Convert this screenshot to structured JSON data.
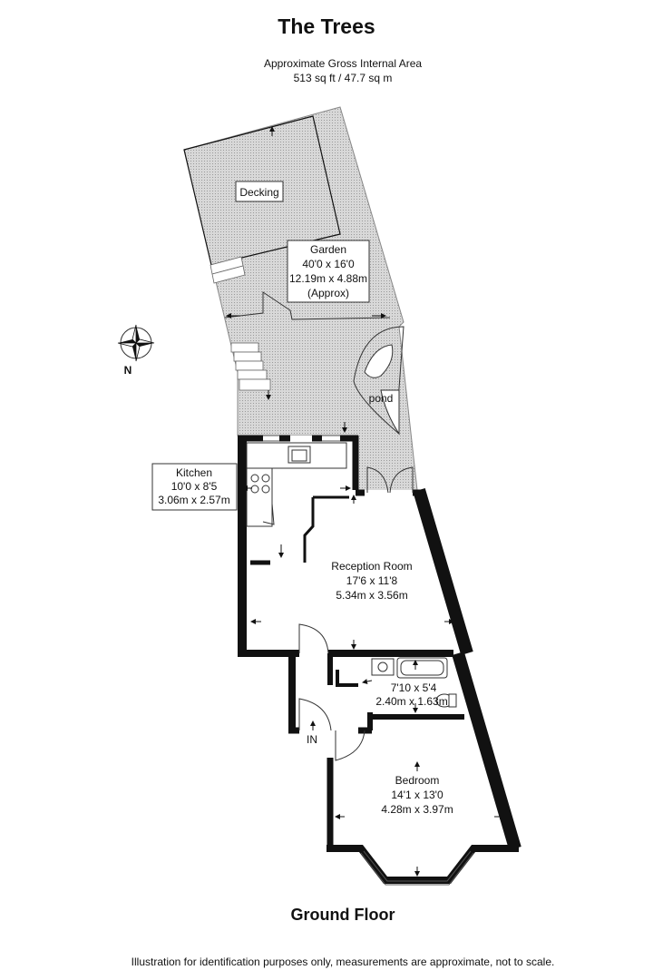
{
  "title": "The Trees",
  "area": {
    "heading": "Approximate Gross Internal Area",
    "value": "513 sq ft / 47.7 sq m"
  },
  "compass": {
    "label": "N"
  },
  "rooms": {
    "decking": {
      "name": "Decking"
    },
    "garden": {
      "name": "Garden",
      "imperial": "40'0 x 16'0",
      "metric": "12.19m x 4.88m",
      "note": "(Approx)"
    },
    "pond": {
      "name": "pond"
    },
    "kitchen": {
      "name": "Kitchen",
      "imperial": "10'0 x 8'5",
      "metric": "3.06m x 2.57m"
    },
    "reception": {
      "name": "Reception Room",
      "imperial": "17'6 x 11'8",
      "metric": "5.34m x 3.56m"
    },
    "bathroom": {
      "imperial": "7'10 x 5'4",
      "metric": "2.40m x 1.63m"
    },
    "bedroom": {
      "name": "Bedroom",
      "imperial": "14'1 x 13'0",
      "metric": "4.28m x 3.97m"
    }
  },
  "entrance": {
    "label": "IN"
  },
  "floor_label": "Ground Floor",
  "disclaimer": "Illustration for identification purposes only, measurements are approximate, not to scale."
}
